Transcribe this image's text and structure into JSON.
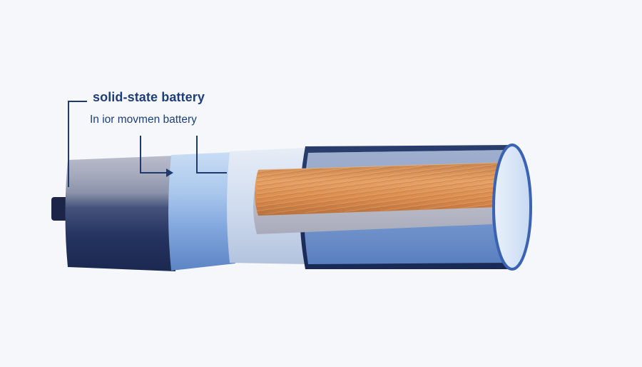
{
  "labels": {
    "title": "solid-state battery",
    "subtitle": "In ior movmen battery"
  },
  "colors": {
    "background": "#f6f7fb",
    "label_text": "#1f3f7a",
    "leader_line": "#1e3a6e",
    "navy_segment": "#22335f",
    "grey_segment": "#a8adc0",
    "light_blue_segment": "#a9c7ec",
    "pale_segment": "#d3def0",
    "copper_core": "#d98c4f",
    "outer_shell": "#213563",
    "inner_tube": "#7fa2d6"
  },
  "icons": {
    "terminal": "terminal-nub"
  }
}
